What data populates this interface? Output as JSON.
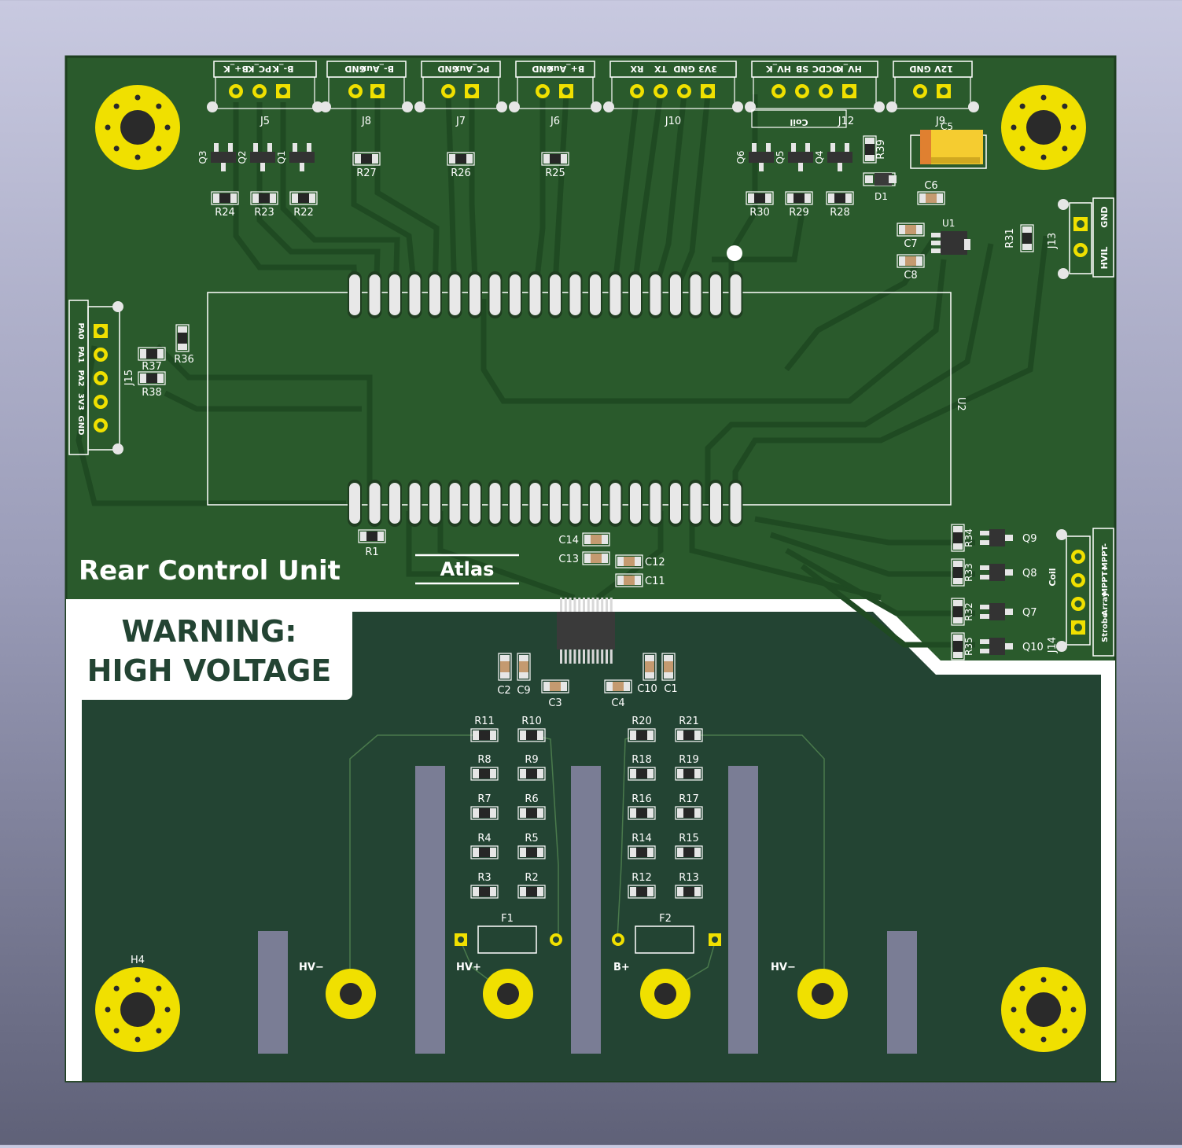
{
  "board": {
    "title": "Rear Control Unit",
    "logo": "Atlas",
    "warning_line1": "WARNING:",
    "warning_line2": "HIGH VOLTAGE",
    "module_ref": "U2",
    "colors": {
      "solder_mask": "#2a5a2c",
      "hv_zone": "#234433",
      "pad_gold": "#f0e000",
      "pad_silver": "#e6e6e6",
      "mask_bar": "#7a7d95",
      "tantalum": "#f5cc30"
    }
  },
  "top_connectors": [
    {
      "ref": "J5",
      "pins": [
        "B-_K",
        "PC_K",
        "B+_K"
      ]
    },
    {
      "ref": "J8",
      "pins": [
        "B-_Aux",
        "GND"
      ]
    },
    {
      "ref": "J7",
      "pins": [
        "PC_Aux",
        "GND"
      ]
    },
    {
      "ref": "J6",
      "pins": [
        "B+_Aux",
        "GND"
      ]
    },
    {
      "ref": "J10",
      "pins": [
        "3V3",
        "GND",
        "TX",
        "RX"
      ]
    },
    {
      "ref": "J12",
      "pins": [
        "HV_K",
        "DCDC",
        "SB",
        "HV_K"
      ],
      "sublabel": "Coil"
    },
    {
      "ref": "J9",
      "pins": [
        "12V",
        "GND"
      ]
    }
  ],
  "j13": {
    "ref": "J13",
    "pins": [
      "GND",
      "HVIL"
    ]
  },
  "j15": {
    "ref": "J15",
    "pins": [
      "PA0",
      "PA1",
      "PA2",
      "3V3",
      "GND"
    ]
  },
  "j14": {
    "ref": "J14",
    "pins": [
      "MPPT-",
      "MPPT+",
      "Array",
      "Strobe"
    ],
    "sublabel": "Coil"
  },
  "transistors_top": [
    "Q3",
    "Q2",
    "Q1",
    "Q6",
    "Q5",
    "Q4"
  ],
  "resistors_top": [
    "R27",
    "R26",
    "R25",
    "R24",
    "R23",
    "R22",
    "R30",
    "R29",
    "R28",
    "R39",
    "R31",
    "R36",
    "R37",
    "R38",
    "R1"
  ],
  "right_drivers": [
    {
      "r": "R34",
      "q": "Q9"
    },
    {
      "r": "R33",
      "q": "Q8"
    },
    {
      "r": "R32",
      "q": "Q7"
    },
    {
      "r": "R35",
      "q": "Q10"
    }
  ],
  "misc_parts": [
    "D1",
    "C5",
    "C6",
    "C7",
    "C8",
    "U1",
    "C14",
    "C13",
    "C12",
    "C11"
  ],
  "divider_caps": {
    "left": [
      "C2",
      "C9",
      "C3"
    ],
    "right": [
      "C10",
      "C1",
      "C4"
    ]
  },
  "divider_left": [
    [
      "R11",
      "R10"
    ],
    [
      "R8",
      "R9"
    ],
    [
      "R7",
      "R6"
    ],
    [
      "R4",
      "R5"
    ],
    [
      "R3",
      "R2"
    ]
  ],
  "divider_right": [
    [
      "R20",
      "R21"
    ],
    [
      "R18",
      "R19"
    ],
    [
      "R16",
      "R17"
    ],
    [
      "R14",
      "R15"
    ],
    [
      "R12",
      "R13"
    ]
  ],
  "fuses": [
    "F1",
    "F2"
  ],
  "mount_holes": [
    "H4"
  ],
  "hv_terminals": [
    "HV−",
    "HV+",
    "B+",
    "HV−"
  ]
}
